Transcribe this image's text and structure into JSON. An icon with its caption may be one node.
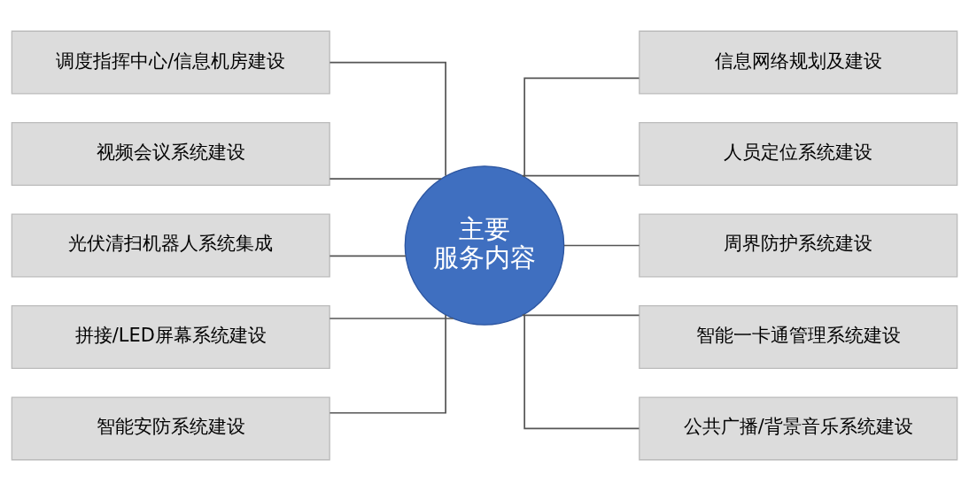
{
  "diagram": {
    "nodes": [
      {
        "text": [
          "主要服务内容"
        ]
      },
      {
        "text": [
          "调度指挥中心/信息机房建设"
        ]
      },
      {
        "text": [
          "视频会议系统建设"
        ]
      },
      {
        "text": [
          "光伏清扫机器人系统集成"
        ]
      },
      {
        "text": [
          "拼接/LED屏幕系统建设"
        ]
      },
      {
        "text": [
          "智能安防系统建设"
        ]
      },
      {
        "text": [
          "信息网络规划及建设"
        ]
      },
      {
        "text": [
          "人员定位系统建设"
        ]
      },
      {
        "text": [
          "周界防护系统建设"
        ]
      },
      {
        "text": [
          "智能一卡通管理系统建设"
        ]
      },
      {
        "text": [
          "公共广播/背景音乐系统建设"
        ]
      }
    ],
    "edges": [
      {
        "from": 0,
        "to": 1,
        "arrow": "none"
      },
      {
        "from": 0,
        "to": 2,
        "arrow": "none"
      },
      {
        "from": 0,
        "to": 3,
        "arrow": "none"
      },
      {
        "from": 0,
        "to": 4,
        "arrow": "none"
      },
      {
        "from": 0,
        "to": 5,
        "arrow": "none"
      },
      {
        "from": 0,
        "to": 6,
        "arrow": "none"
      },
      {
        "from": 0,
        "to": 7,
        "arrow": "none"
      },
      {
        "from": 0,
        "to": 8,
        "arrow": "none"
      },
      {
        "from": 0,
        "to": 9,
        "arrow": "none"
      },
      {
        "from": 0,
        "to": 10,
        "arrow": "none"
      }
    ]
  }
}
